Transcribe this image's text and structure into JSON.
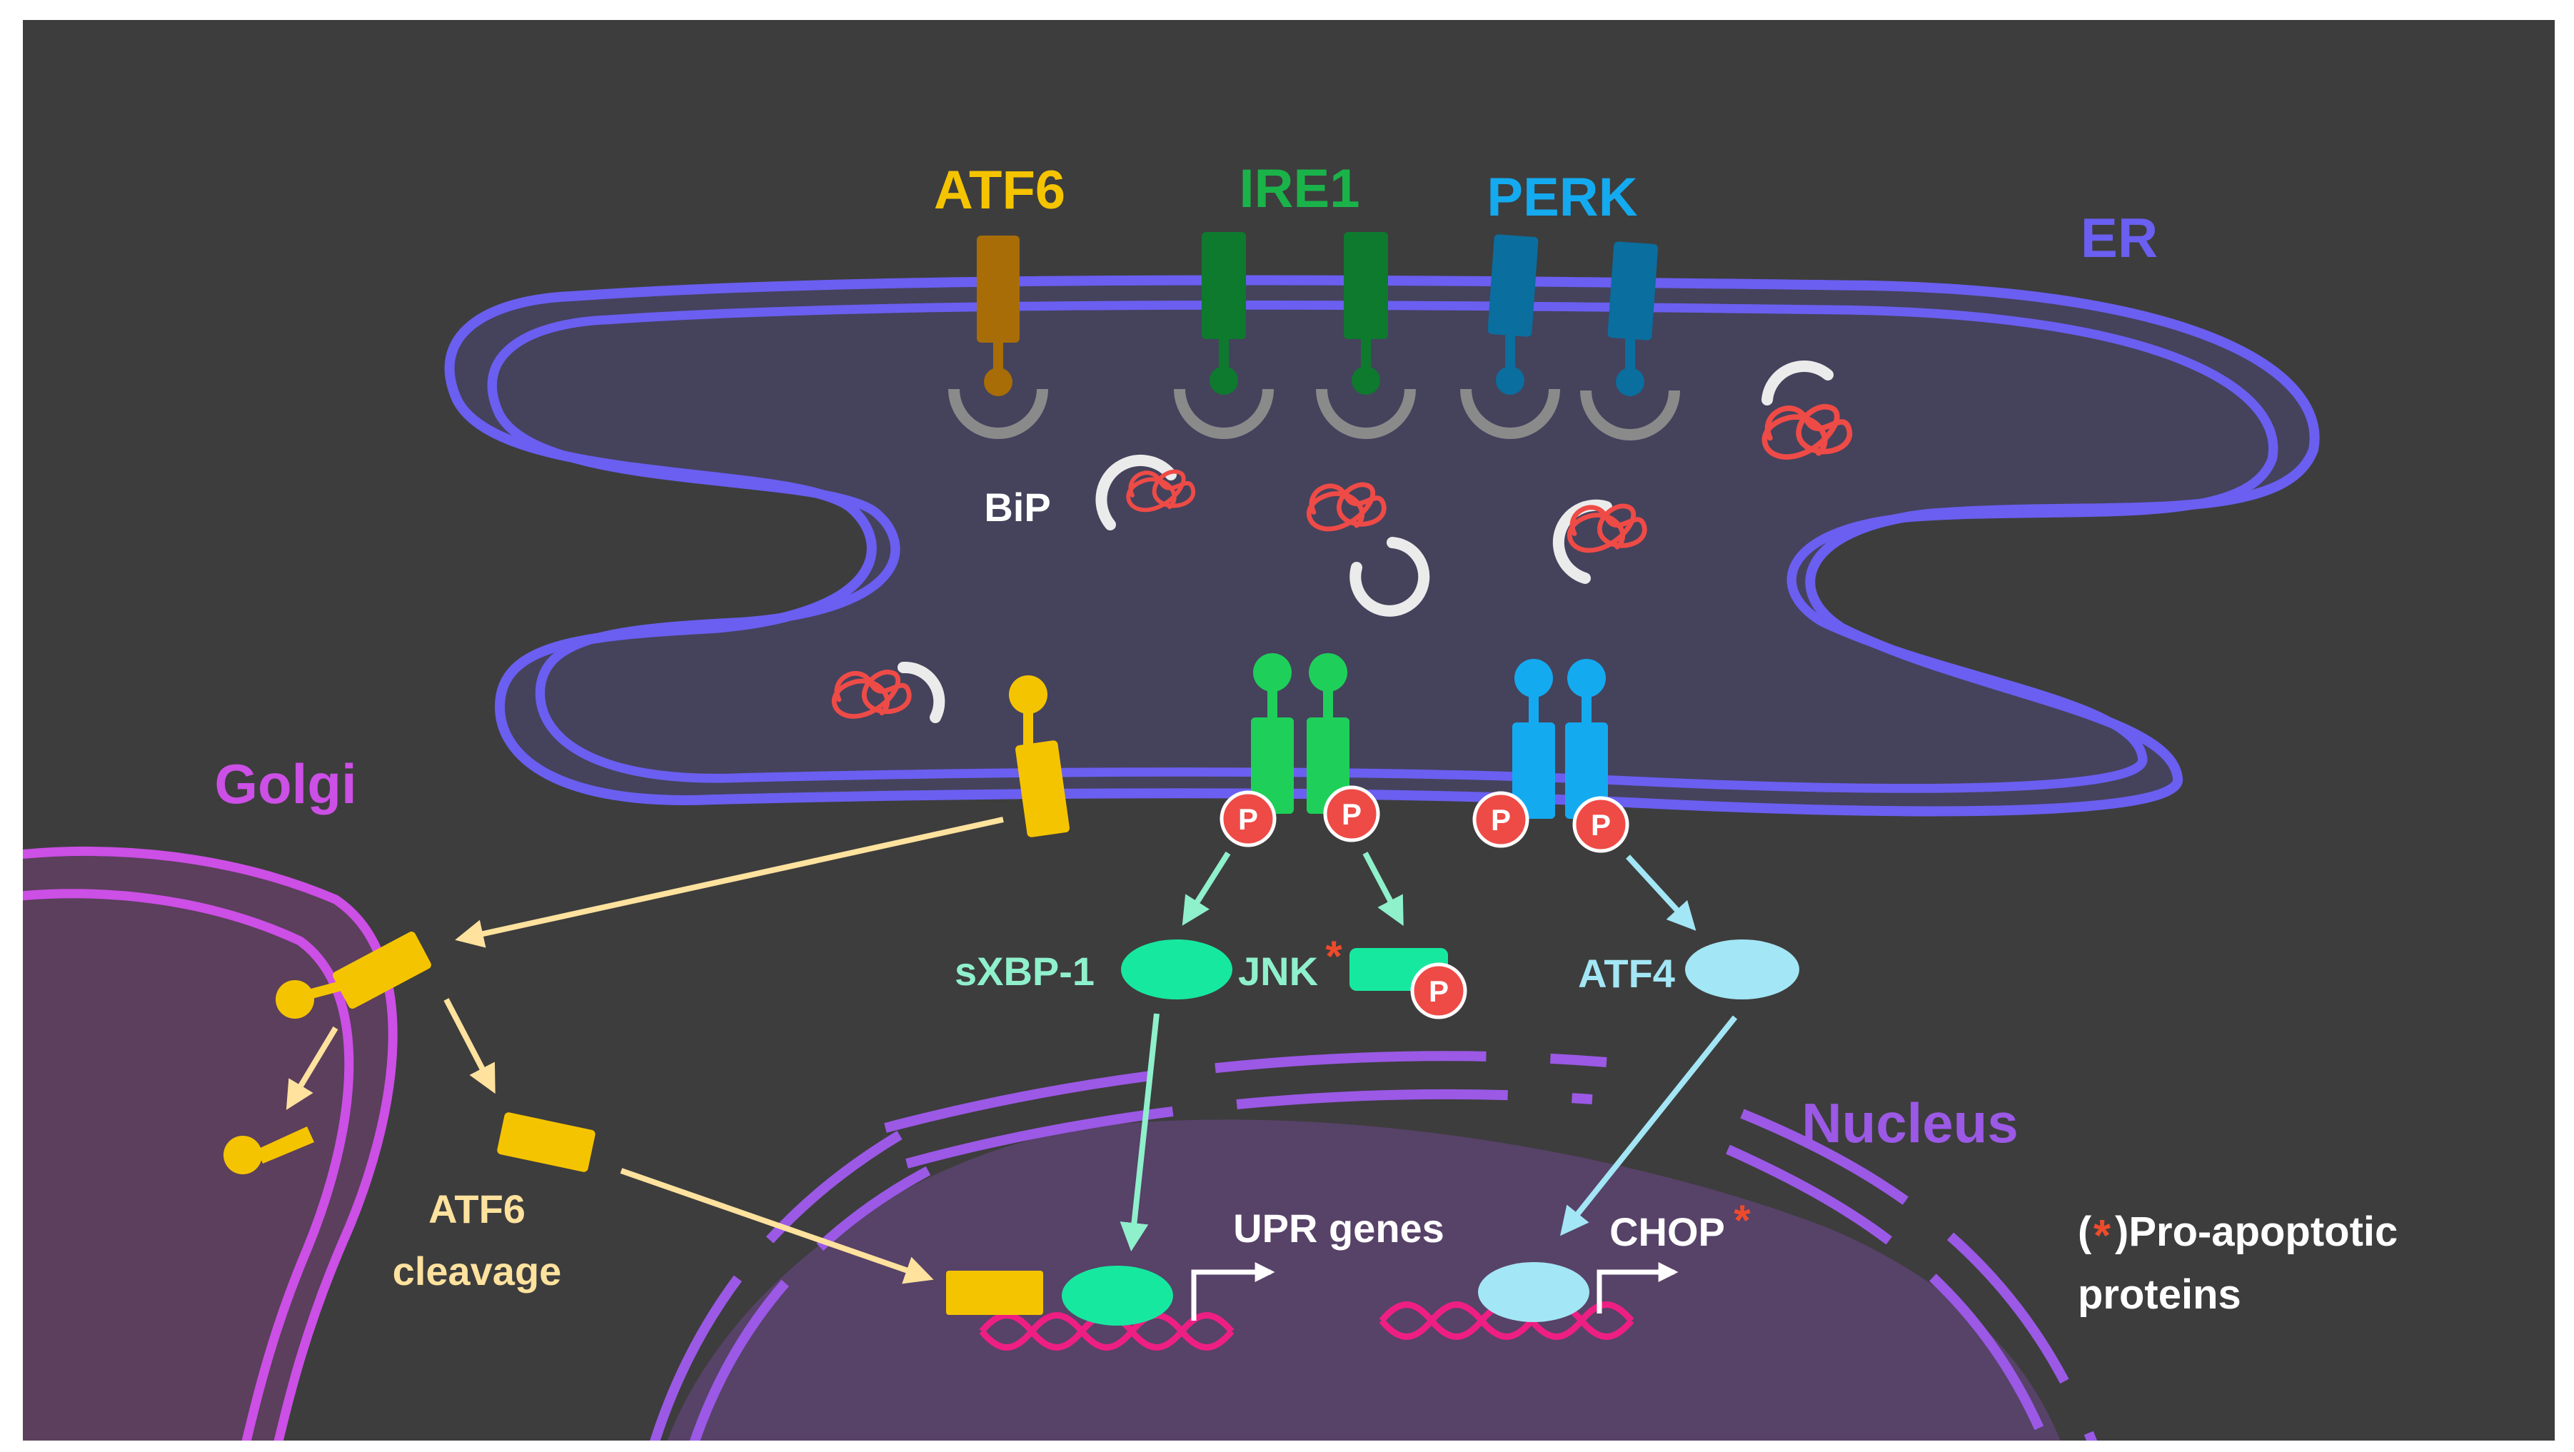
{
  "colors": {
    "background": "#3d3d3d",
    "frame": "#ffffff",
    "er": "#6a5ff0",
    "er_lumen": "#45425c",
    "golgi": "#cc4fe6",
    "golgi_lumen": "#5b3f5c",
    "nucleus": "#9b59e6",
    "nucleus_lumen": "#574268",
    "atf6": "#f5c400",
    "atf6_inactive": "#a86d06",
    "ire1": "#1ed05a",
    "ire1_inactive": "#0d7a2e",
    "perk": "#14aaf0",
    "perk_inactive": "#0a6e9e",
    "bip": "#ebebeb",
    "bip_inactive": "#8a8a8a",
    "unfolded_protein": "#ee4b47",
    "phospho": "#ee4b47",
    "sxbp1": "#17e8a0",
    "atf4": "#a3e6f5",
    "dna": "#ee1f82",
    "atf6_arrow": "#ffe29e",
    "ire1_arrow": "#8ff0cc",
    "perk_arrow": "#a3e6f5",
    "asterisk": "#ee4b2b"
  },
  "labels": {
    "atf6_title": "ATF6",
    "ire1_title": "IRE1",
    "perk_title": "PERK",
    "er": "ER",
    "bip": "BiP",
    "golgi": "Golgi",
    "nucleus": "Nucleus",
    "sxbp1": "sXBP-1",
    "jnk": "JNK",
    "atf4": "ATF4",
    "atf6_cleavage_line1": "ATF6",
    "atf6_cleavage_line2": "cleavage",
    "upr_genes": "UPR genes",
    "chop": "CHOP",
    "asterisk": "*",
    "phospho": "P",
    "legend_open": "(",
    "legend_close": ")Pro-apoptotic",
    "legend_line2": "proteins"
  }
}
